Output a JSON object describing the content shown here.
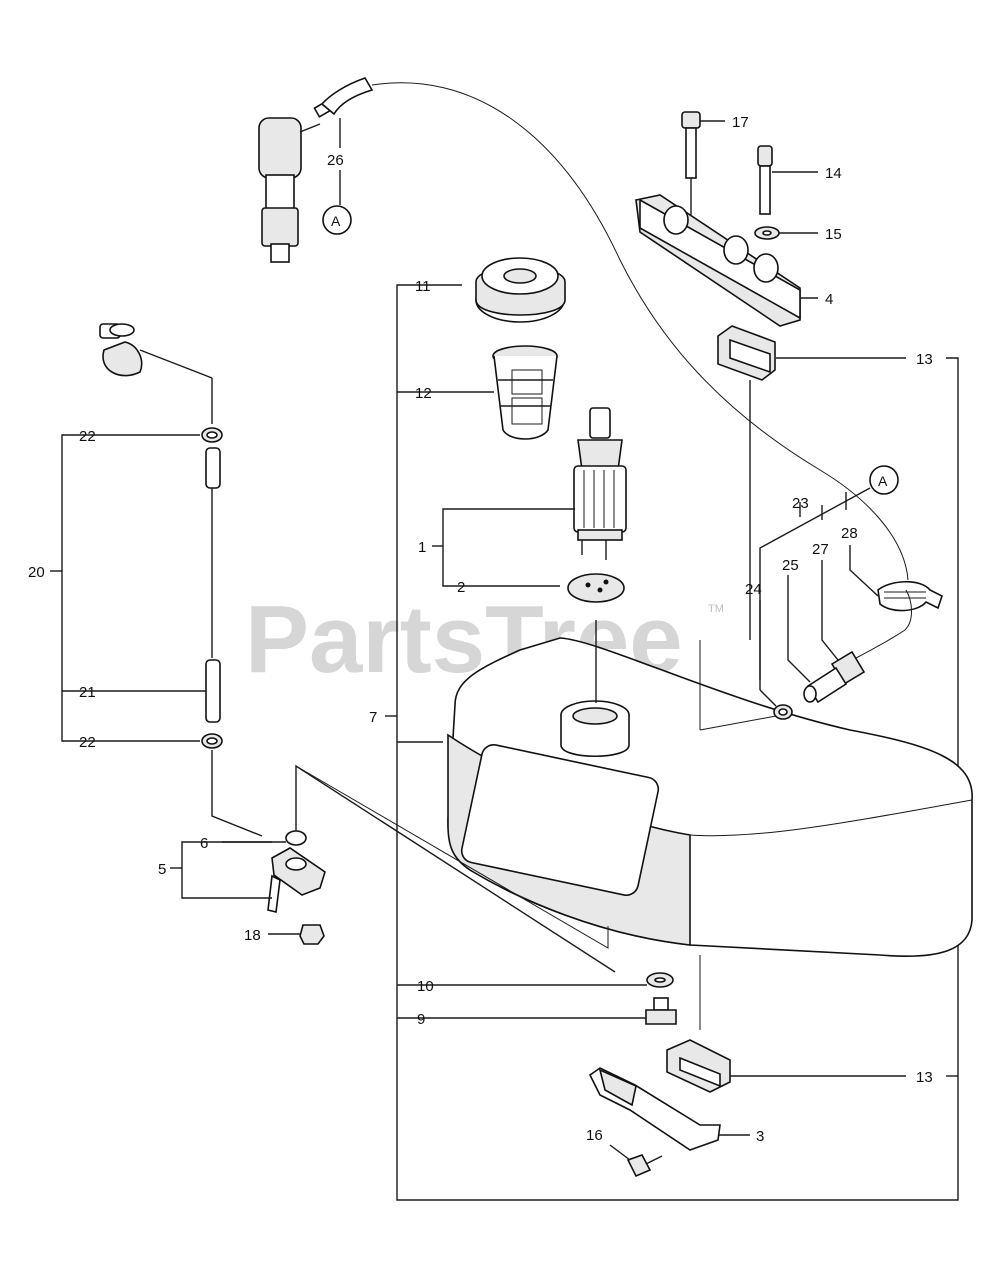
{
  "watermark": {
    "text": "PartsTree",
    "trademark": "TM"
  },
  "ref_marker": "A",
  "labels": {
    "p1": "1",
    "p2": "2",
    "p3": "3",
    "p4": "4",
    "p5": "5",
    "p6": "6",
    "p7": "7",
    "p9": "9",
    "p10": "10",
    "p11": "11",
    "p12": "12",
    "p13a": "13",
    "p13b": "13",
    "p14": "14",
    "p15": "15",
    "p16": "16",
    "p17": "17",
    "p18": "18",
    "p20": "20",
    "p21": "21",
    "p22a": "22",
    "p22b": "22",
    "p23": "23",
    "p24": "24",
    "p25": "25",
    "p26": "26",
    "p27": "27",
    "p28": "28"
  }
}
